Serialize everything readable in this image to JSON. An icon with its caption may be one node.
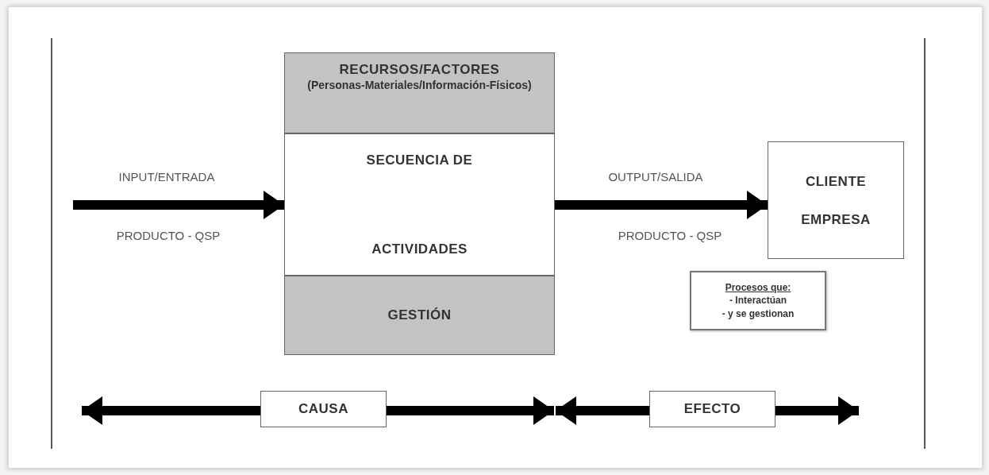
{
  "diagram": {
    "nodes": [
      {
        "text": [
          "RECURSOS/FACTORES",
          "(Personas-Materiales/Información-Físicos)"
        ]
      },
      {
        "text": [
          "SECUENCIA DE",
          "ACTIVIDADES"
        ]
      },
      {
        "text": [
          "GESTIÓN"
        ]
      },
      {
        "text": [
          "CLIENTE",
          "EMPRESA"
        ]
      },
      {
        "text": [
          "Procesos que:",
          "- Interactúan",
          "- y se gestionan"
        ]
      },
      {
        "text": [
          "CAUSA"
        ]
      },
      {
        "text": [
          "EFECTO"
        ]
      }
    ],
    "edges": [
      {
        "from": null,
        "to": 1,
        "arrow": "to",
        "label": "INPUT/ENTRADA"
      },
      {
        "from": 1,
        "to": 3,
        "arrow": "to",
        "label": "OUTPUT/SALIDA"
      },
      {
        "from": 5,
        "to": null,
        "arrow": "to"
      },
      {
        "from": 5,
        "to": null,
        "arrow": "to"
      },
      {
        "from": 6,
        "to": null,
        "arrow": "to"
      },
      {
        "from": 6,
        "to": null,
        "arrow": "to"
      }
    ],
    "labels": [
      "PRODUCTO - QSP",
      "PRODUCTO - QSP"
    ]
  }
}
